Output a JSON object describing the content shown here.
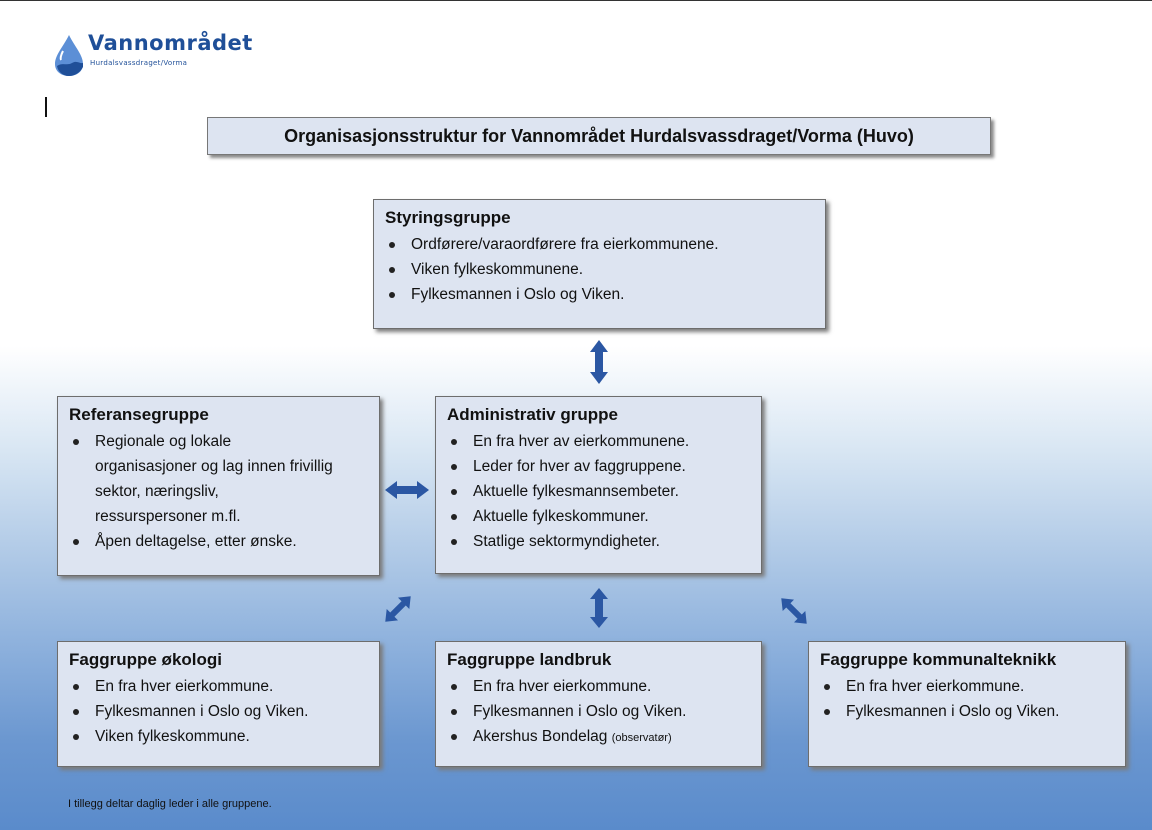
{
  "logo": {
    "title": "Vannområdet",
    "subtitle": "Hurdalsvassdraget/Vorma"
  },
  "title": "Organisasjonsstruktur  for  Vannområdet  Hurdalsvassdraget/Vorma  (Huvo)",
  "groups": {
    "styring": {
      "heading": "Styringsgruppe",
      "items": [
        "Ordførere/varaordførere fra eierkommunene.",
        "Viken fylkeskommunene.",
        "Fylkesmannen i Oslo og Viken."
      ]
    },
    "referanse": {
      "heading": "Referansegruppe",
      "items": [
        "Regionale og lokale organisasjoner og lag innen frivillig sektor, næringsliv, ressurspersoner m.fl.",
        "Åpen deltagelse, etter ønske."
      ]
    },
    "administrativ": {
      "heading": "Administrativ  gruppe",
      "items": [
        "En fra hver av eierkommunene.",
        "Leder for hver av faggruppene.",
        "Aktuelle fylkesmannsembeter.",
        "Aktuelle fylkeskommuner.",
        "Statlige sektormyndigheter."
      ]
    },
    "okologi": {
      "heading": "Faggruppe økologi",
      "items": [
        "En fra hver eierkommune.",
        "Fylkesmannen i Oslo og Viken.",
        "Viken fylkeskommune."
      ]
    },
    "landbruk": {
      "heading": "Faggruppe landbruk",
      "items": [
        "En fra hver eierkommune.",
        "Fylkesmannen i Oslo og Viken.",
        "Akershus Bondelag"
      ],
      "observer_note": "(observatør)"
    },
    "kommunalteknikk": {
      "heading": "Faggruppe kommunalteknikk",
      "items": [
        "En fra hver eierkommune.",
        "Fylkesmannen i Oslo og Viken."
      ]
    }
  },
  "footnote": "I tillegg deltar daglig leder i alle gruppene.",
  "colors": {
    "box_fill": "#dde4f1",
    "arrow_fill": "#2b57a3",
    "logo_blue": "#1f4f98"
  }
}
